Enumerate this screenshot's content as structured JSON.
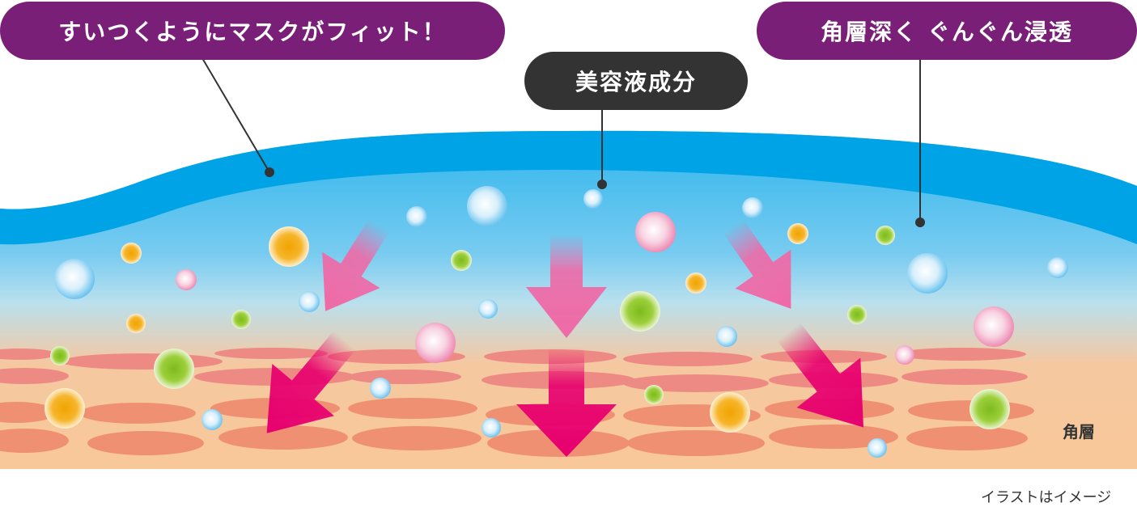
{
  "labels": {
    "mask_fit": "すいつくようにマスクがフィット！",
    "deep_penetration": "角層深く ぐんぐん浸透",
    "beauty_ingredient": "美容液成分",
    "layer_name": "角層"
  },
  "caption": "イラストはイメージ",
  "colors": {
    "label_purple": "#7a1f78",
    "label_dark": "#333333",
    "mask_blue": "#00a3e6",
    "skin_peach": "#f7c89a",
    "skin_cell": "#ef9072",
    "arrow_pink": "#e7006f",
    "arrow_light_pink": "#ee6aa7"
  },
  "icons": [
    "ingredient-droplet",
    "down-arrow"
  ]
}
